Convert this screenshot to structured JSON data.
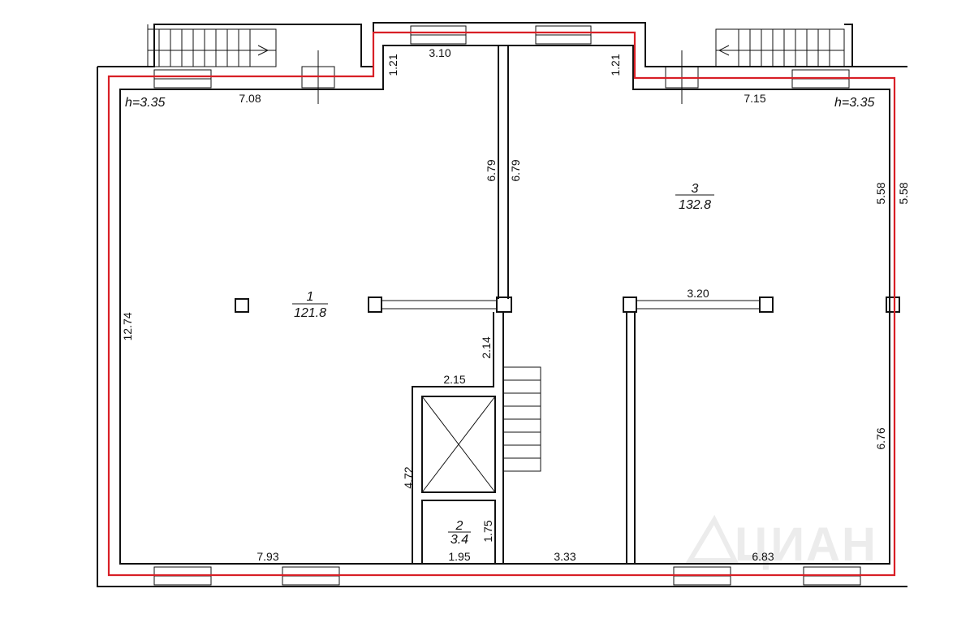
{
  "watermark": "ЦИАН",
  "ceiling_height": {
    "left": "h=3.35",
    "right": "h=3.35"
  },
  "rooms": [
    {
      "number": "1",
      "area": "121.8"
    },
    {
      "number": "2",
      "area": "3.4"
    },
    {
      "number": "3",
      "area": "132.8"
    }
  ],
  "dimensions": {
    "top_left_wall": "7.08",
    "top_left_recess": "1.21",
    "top_center": "3.10",
    "top_right_recess": "1.21",
    "top_right_wall": "7.15",
    "left_wall": "12.74",
    "partition_left": "6.79",
    "partition_right": "6.79",
    "right_upper_inner": "5.58",
    "right_upper_outer": "5.58",
    "right_partition": "3.20",
    "center_lower": "2.14",
    "stair_top": "2.15",
    "stair_side": "4.72",
    "wc_height": "1.75",
    "bottom_left": "7.93",
    "bottom_wc": "1.95",
    "bottom_center": "3.33",
    "bottom_right": "6.83",
    "right_lower": "6.76"
  },
  "colors": {
    "wall": "#111111",
    "outline": "#d81f26",
    "watermark": "#ececec"
  }
}
